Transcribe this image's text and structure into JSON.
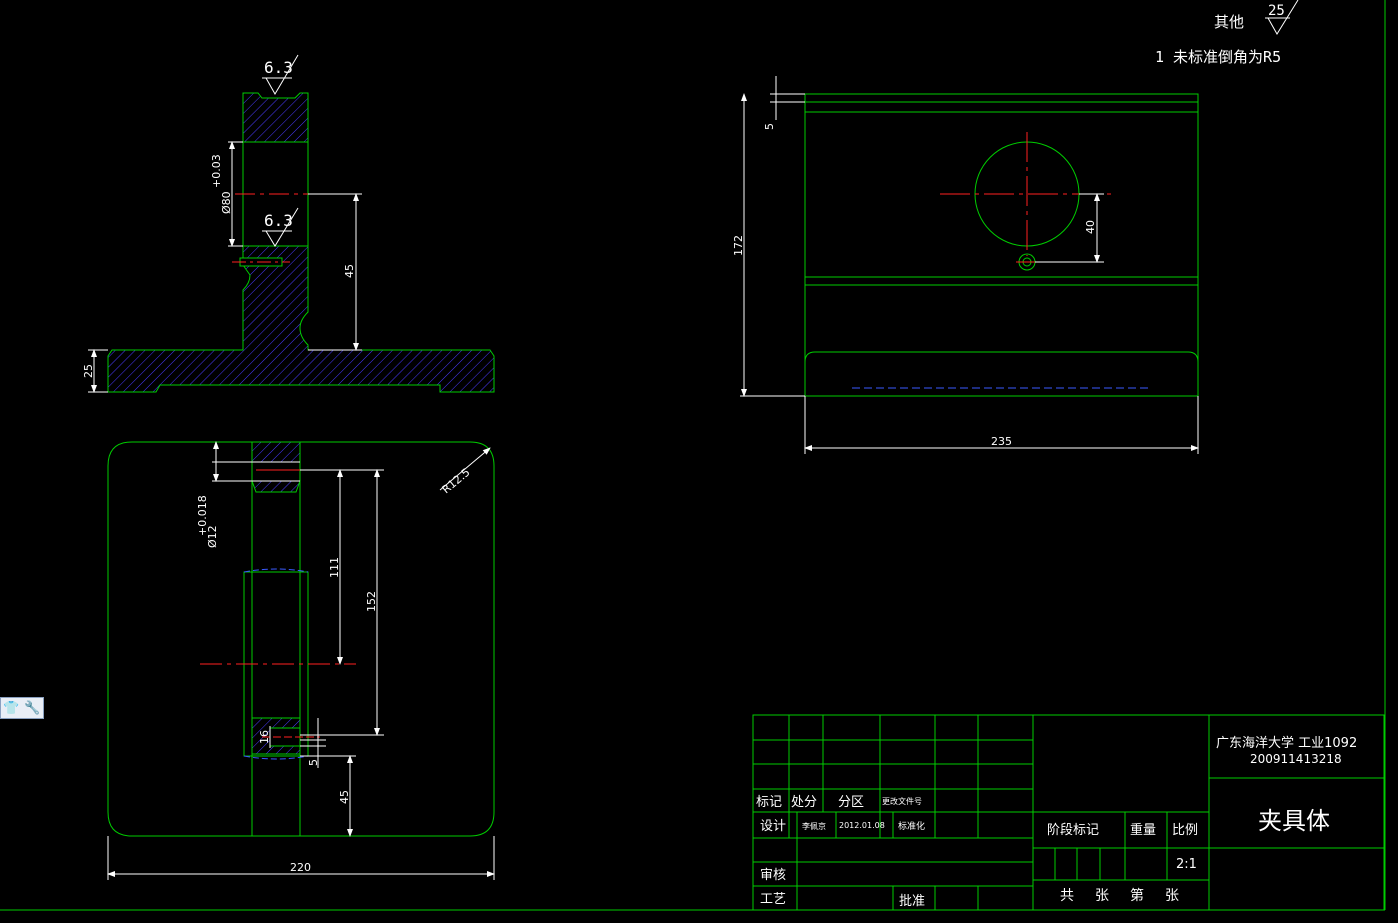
{
  "notes": {
    "other_label": "其他",
    "other_roughness": "25",
    "note_1": "1 未标准倒角为R5"
  },
  "roughness": {
    "top": "6.3",
    "middle": "6.3"
  },
  "dimensions": {
    "bore_dia": "Ø80",
    "bore_tol": "+0.03",
    "height_45_top": "45",
    "thickness_25": "25",
    "hole_dia": "Ø12",
    "hole_tol": "+0.018",
    "d111": "111",
    "d152": "152",
    "d16": "16",
    "d5_bottom": "5",
    "d45_bottom": "45",
    "radius": "R12.5",
    "width_220": "220",
    "d5_top": "5",
    "height_172": "172",
    "d40": "40",
    "width_235": "235"
  },
  "title_block": {
    "university": "广东海洋大学 工业1092",
    "student_id": "200911413218",
    "part_name": "夹具体",
    "mark": "标记",
    "place": "处分",
    "zone": "分区",
    "change_doc": "更改文件号",
    "design": "设计",
    "designer": "李佩京",
    "date": "2012.01.08",
    "standardize": "标准化",
    "review": "审核",
    "process": "工艺",
    "approve": "批准",
    "stage_mark": "阶段标记",
    "weight": "重量",
    "scale": "比例",
    "scale_value": "2:1",
    "total": "共",
    "sheets": "张",
    "sheet_no": "第",
    "sheets2": "张"
  },
  "toolbar": {
    "shirt_icon_glyph": "👕",
    "wrench_icon_glyph": "🔧"
  },
  "colors": {
    "outline": "#00cc00",
    "hatch": "#4a3aff",
    "center": "#ff2020",
    "dimension": "#ffffff",
    "hidden": "#3a5aff"
  }
}
